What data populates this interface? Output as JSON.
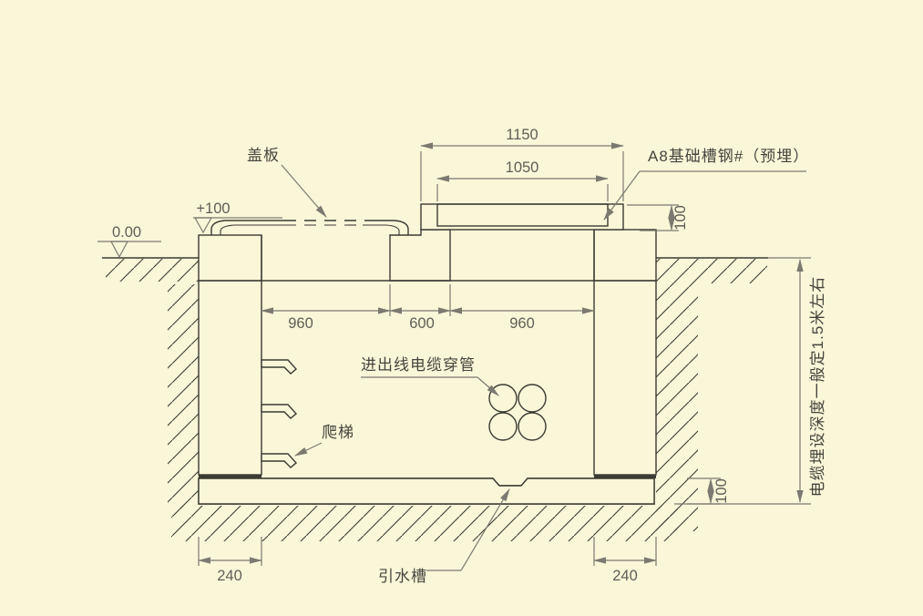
{
  "labels": {
    "cover_plate": "盖板",
    "frame_steel": "A8基础槽钢#（预埋）",
    "conduit": "进出线电缆穿管",
    "ladder": "爬梯",
    "drain_channel": "引水槽",
    "depth_note": "电缆埋设深度一般定1.5米左右"
  },
  "levels": {
    "top": "+100",
    "ground": "0.00"
  },
  "dims": {
    "top_outer": "1150",
    "top_inner": "1050",
    "frame_height": "100",
    "span_left": "960",
    "span_mid": "600",
    "span_right": "960",
    "wall_left": "240",
    "wall_right": "240",
    "slab_thickness": "100"
  },
  "colors": {
    "bg": "#faf6d8",
    "line": "#3b3b33",
    "dim": "#7b7a71",
    "text_dark": "#45453e",
    "text_dim": "#5f5e55"
  }
}
